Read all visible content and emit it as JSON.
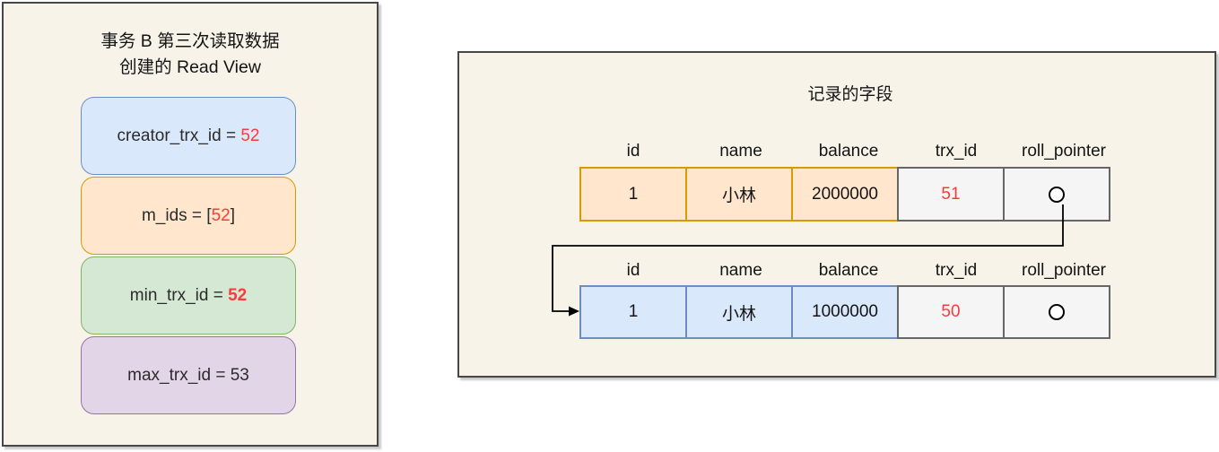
{
  "left_panel": {
    "title_line1": "事务 B 第三次读取数据",
    "title_line2": "创建的 Read View",
    "fields": [
      {
        "name": "creator_trx_id",
        "prefix": "creator_trx_id = ",
        "value": "52",
        "suffix": "",
        "value_bold": false
      },
      {
        "name": "m_ids",
        "prefix": "m_ids = [",
        "value": "52",
        "suffix": "]",
        "value_bold": false
      },
      {
        "name": "min_trx_id",
        "prefix": "min_trx_id = ",
        "value": "52",
        "suffix": "",
        "value_bold": true
      },
      {
        "name": "max_trx_id",
        "prefix": "max_trx_id = 53",
        "value": "",
        "suffix": "",
        "value_bold": false
      }
    ]
  },
  "right_panel": {
    "title": "记录的字段",
    "tables": [
      {
        "headers": [
          "id",
          "name",
          "balance",
          "trx_id",
          "roll_pointer"
        ],
        "cells": {
          "id": "1",
          "name": "小林",
          "balance": "2000000",
          "trx_id": "51"
        },
        "roll_pointer_icon": "circle"
      },
      {
        "headers": [
          "id",
          "name",
          "balance",
          "trx_id",
          "roll_pointer"
        ],
        "cells": {
          "id": "1",
          "name": "小林",
          "balance": "1000000",
          "trx_id": "50"
        },
        "roll_pointer_icon": "circle"
      }
    ],
    "arrow_connects": "row1 roll_pointer → row2"
  },
  "colors": {
    "panel_background": "#f7f3e9",
    "panel_border": "#474747",
    "red_value": "#fb3b3b",
    "blue_fill": "#dae8fc",
    "blue_border": "#6c8ebf",
    "orange_fill": "#ffe6cc",
    "orange_border": "#d79b00",
    "green_fill": "#d5e8d4",
    "green_border": "#82b366",
    "purple_fill": "#e1d5e7",
    "purple_border": "#9673a6",
    "gray_fill": "#f5f5f5",
    "gray_border": "#666666"
  }
}
